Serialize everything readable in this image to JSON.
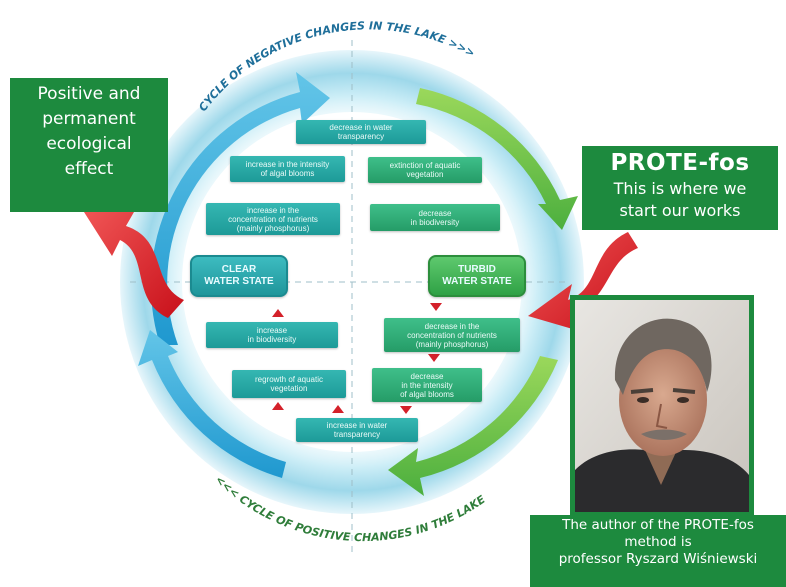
{
  "diagram": {
    "top_arc_label": "CYCLE OF NEGATIVE CHANGES IN THE LAKE >>>",
    "bottom_arc_label": "<<< CYCLE OF POSITIVE CHANGES IN THE LAKE",
    "clear_state": [
      "CLEAR",
      "WATER STATE"
    ],
    "turbid_state": [
      "TURBID",
      "WATER STATE"
    ],
    "boxes": {
      "decrease_transparency": [
        "decrease in water",
        "transparency"
      ],
      "increase_blooms": [
        "increase in the intensity",
        "of algal blooms"
      ],
      "increase_nutrients": [
        "increase in the",
        "concentration of nutrients",
        "(mainly phosphorus)"
      ],
      "extinction_vegetation": [
        "extinction of aquatic",
        "vegetation"
      ],
      "decrease_biodiversity": [
        "decrease",
        "in biodiversity"
      ],
      "increase_biodiversity": [
        "increase",
        "in biodiversity"
      ],
      "regrowth_vegetation": [
        "regrowth of aquatic",
        "vegetation"
      ],
      "increase_transparency": [
        "increase in water",
        "transparency"
      ],
      "decrease_nutrients": [
        "decrease in the",
        "concentration of nutrients",
        "(mainly phosphorus)"
      ],
      "decrease_blooms": [
        "decrease",
        "in the intensity",
        "of algal blooms"
      ]
    }
  },
  "left_panel": {
    "lines": [
      "Positive and",
      "permanent",
      "ecological",
      "effect"
    ]
  },
  "right_panel": {
    "title": "PROTE-fos",
    "lines": [
      "This is where we",
      "start our works"
    ]
  },
  "caption": {
    "lines": [
      "The author of the  PROTE-fos",
      "method is",
      "professor Ryszard Wiśniewski"
    ]
  },
  "colors": {
    "panel_green": "#1d8a3e",
    "ring_blue": "#29a9d6",
    "ring_green": "#6cc04a",
    "arrow_red": "#e0262b"
  }
}
